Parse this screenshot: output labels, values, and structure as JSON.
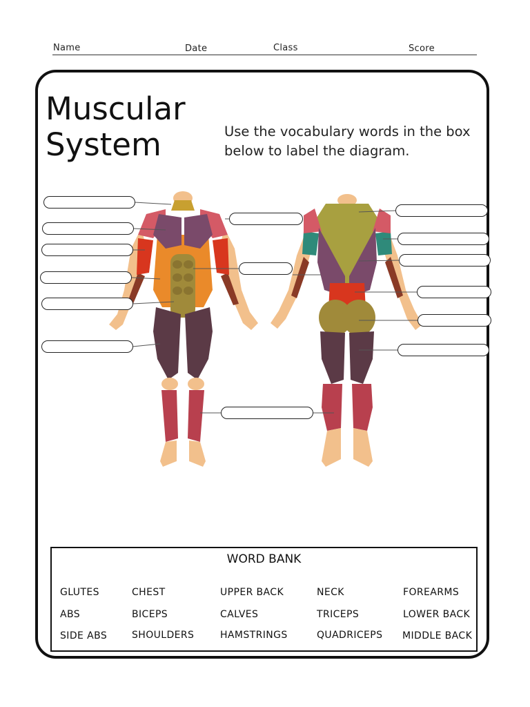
{
  "header": {
    "name_label": "Name",
    "date_label": "Date",
    "class_label": "Class",
    "score_label": "Score"
  },
  "title_line1": "Muscular",
  "title_line2": "System",
  "instructions": "Use the vocabulary words in the box below to label the diagram.",
  "word_bank": {
    "title": "WORD BANK",
    "words": [
      "GLUTES",
      "CHEST",
      "UPPER BACK",
      "NECK",
      "FOREARMS",
      "ABS",
      "BICEPS",
      "CALVES",
      "TRICEPS",
      "LOWER BACK",
      "SIDE ABS",
      "SHOULDERS",
      "HAMSTRINGS",
      "QUADRICEPS",
      "MIDDLE BACK"
    ]
  },
  "colors": {
    "skin": "#f2c08c",
    "pink": "#d45a66",
    "purple": "#7a4a6a",
    "orange": "#ea8a2a",
    "red": "#d8361e",
    "olive": "#a08a3a",
    "brown": "#8a3a26",
    "dark": "#5b3a46",
    "teal": "#2f8a7a",
    "gold": "#c8a030"
  }
}
